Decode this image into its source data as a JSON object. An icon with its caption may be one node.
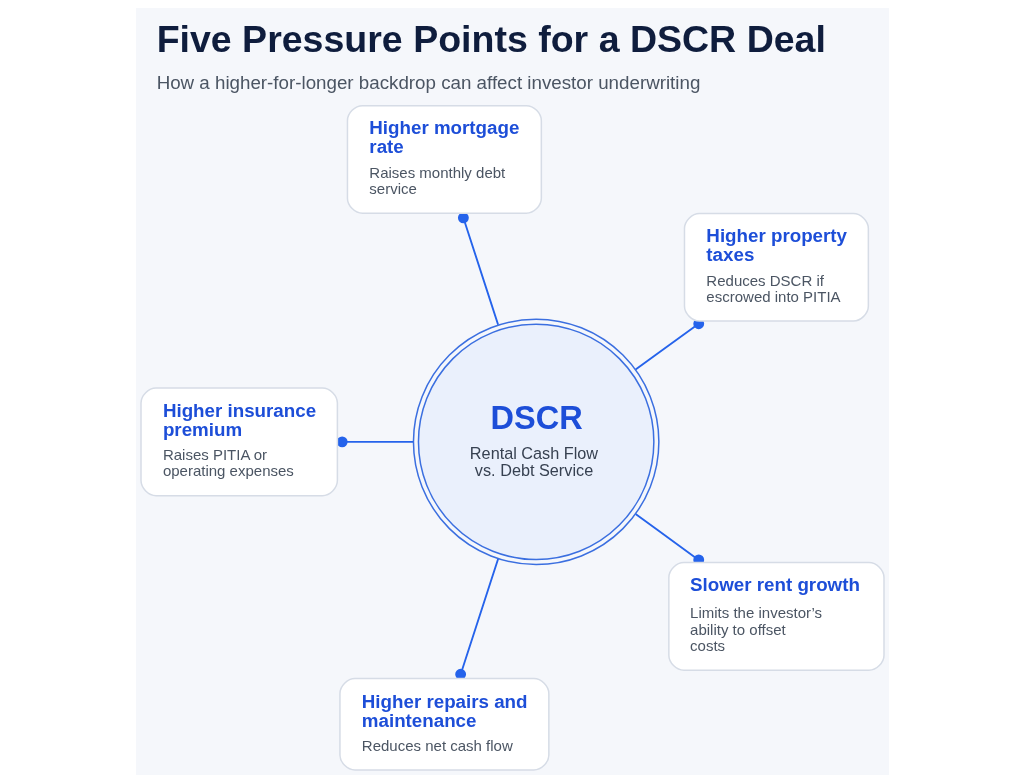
{
  "diagram": {
    "title": "Five Pressure Points for a DSCR Deal",
    "caption": "How a higher-for-longer backdrop can affect investor underwriting",
    "nodes": [
      {
        "text": [
          "Higher mortgage rate",
          "Raises monthly debt service"
        ]
      },
      {
        "text": [
          "Higher insurance premium",
          "Raises PITIA or operating expenses"
        ]
      },
      {
        "text": [
          "Higher property taxes",
          "Reduces DSCR if escrowed into PITIA"
        ]
      },
      {
        "text": [
          "DSCR",
          "Rental Cash Flow vs. Debt Service"
        ]
      },
      {
        "text": [
          "Higher repairs and maintenance",
          "Reduces net cash flow"
        ]
      },
      {
        "text": [
          "Slower rent growth",
          "Limits the investor’s ability to offset costs"
        ]
      }
    ],
    "edges": [
      {
        "from": 0,
        "to": 3,
        "arrow": "other"
      },
      {
        "from": 2,
        "to": 3,
        "arrow": "other"
      },
      {
        "from": 5,
        "to": 3,
        "arrow": "other"
      },
      {
        "from": 4,
        "to": 3,
        "arrow": "other"
      },
      {
        "from": 1,
        "to": 3,
        "arrow": "other"
      }
    ]
  }
}
